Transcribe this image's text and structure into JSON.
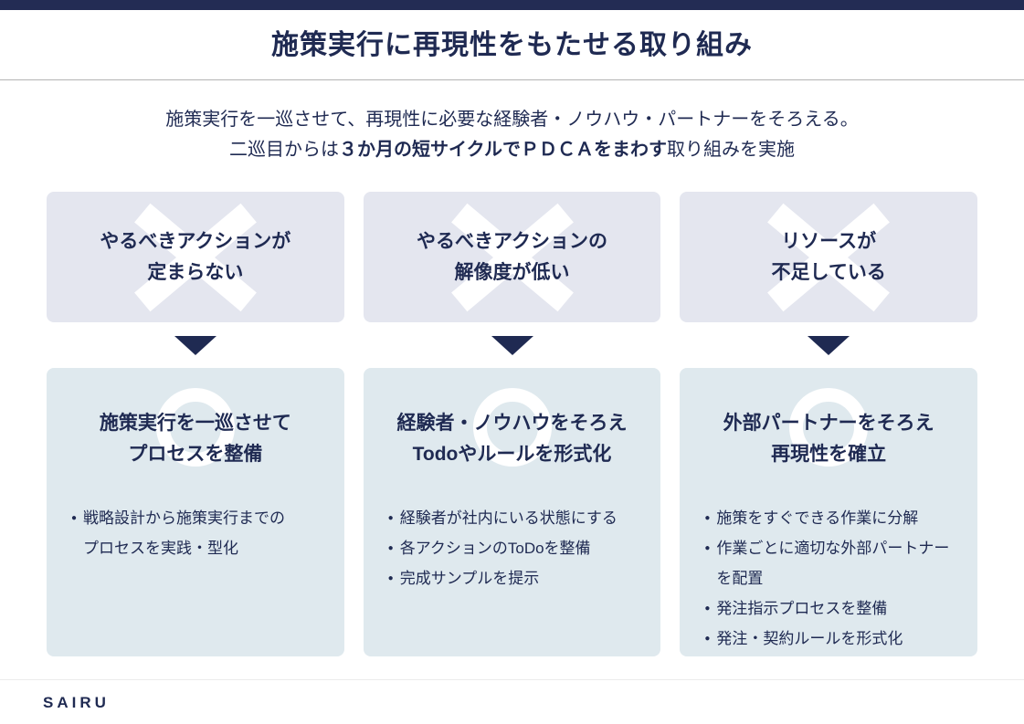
{
  "header": {
    "title": "施策実行に再現性をもたせる取り組み"
  },
  "intro": {
    "line1": "施策実行を一巡させて、再現性に必要な経験者・ノウハウ・パートナーをそろえる。",
    "line2_pre": "二巡目からは",
    "line2_bold": "３か月の短サイクルでＰＤＣＡをまわす",
    "line2_post": "取り組みを実施"
  },
  "ui": {
    "bullet_char": "●"
  },
  "colors": {
    "navy": "#1f2a52",
    "top_bar": "#232c54",
    "problem_bg": "#e4e6ef",
    "solution_bg": "#dfe9ee",
    "mark_white": "#ffffff"
  },
  "columns": [
    {
      "problem": "やるべきアクションが\n定まらない",
      "solution_title": "施策実行を一巡させて\nプロセスを整備",
      "bullets": [
        "戦略設計から施策実行までの\nプロセスを実践・型化"
      ]
    },
    {
      "problem": "やるべきアクションの\n解像度が低い",
      "solution_title": "経験者・ノウハウをそろえ\nTodoやルールを形式化",
      "bullets": [
        "経験者が社内にいる状態にする",
        "各アクションのToDoを整備",
        "完成サンプルを提示"
      ]
    },
    {
      "problem": "リソースが\n不足している",
      "solution_title": "外部パートナーをそろえ\n再現性を確立",
      "bullets": [
        "施策をすぐできる作業に分解",
        "作業ごとに適切な外部パートナー\nを配置",
        "発注指示プロセスを整備",
        "発注・契約ルールを形式化"
      ]
    }
  ],
  "footer": {
    "logo": "SAIRU"
  }
}
